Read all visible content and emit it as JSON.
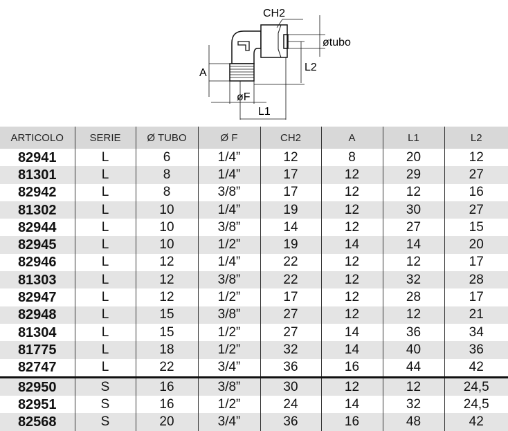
{
  "diagram": {
    "labels": {
      "ch2": "CH2",
      "tubo": "øtubo",
      "a": "A",
      "l2": "L2",
      "f": "øF",
      "l1": "L1"
    }
  },
  "table": {
    "headers": [
      "ARTICOLO",
      "SERIE",
      "Ø TUBO",
      "Ø F",
      "CH2",
      "A",
      "L1",
      "L2"
    ],
    "rows": [
      [
        "82941",
        "L",
        "6",
        "1/4”",
        "12",
        "8",
        "20",
        "12"
      ],
      [
        "81301",
        "L",
        "8",
        "1/4”",
        "17",
        "12",
        "29",
        "27"
      ],
      [
        "82942",
        "L",
        "8",
        "3/8”",
        "17",
        "12",
        "12",
        "16"
      ],
      [
        "81302",
        "L",
        "10",
        "1/4”",
        "19",
        "12",
        "30",
        "27"
      ],
      [
        "82944",
        "L",
        "10",
        "3/8”",
        "14",
        "12",
        "27",
        "15"
      ],
      [
        "82945",
        "L",
        "10",
        "1/2”",
        "19",
        "14",
        "14",
        "20"
      ],
      [
        "82946",
        "L",
        "12",
        "1/4”",
        "22",
        "12",
        "12",
        "17"
      ],
      [
        "81303",
        "L",
        "12",
        "3/8”",
        "22",
        "12",
        "32",
        "28"
      ],
      [
        "82947",
        "L",
        "12",
        "1/2”",
        "17",
        "12",
        "28",
        "17"
      ],
      [
        "82948",
        "L",
        "15",
        "3/8”",
        "27",
        "12",
        "12",
        "21"
      ],
      [
        "81304",
        "L",
        "15",
        "1/2”",
        "27",
        "14",
        "36",
        "34"
      ],
      [
        "81775",
        "L",
        "18",
        "1/2”",
        "32",
        "14",
        "40",
        "36"
      ],
      [
        "82747",
        "L",
        "22",
        "3/4”",
        "36",
        "16",
        "44",
        "42"
      ],
      [
        "82950",
        "S",
        "16",
        "3/8”",
        "30",
        "12",
        "12",
        "24,5"
      ],
      [
        "82951",
        "S",
        "16",
        "1/2”",
        "24",
        "14",
        "32",
        "24,5"
      ],
      [
        "82568",
        "S",
        "20",
        "3/4”",
        "36",
        "16",
        "48",
        "42"
      ]
    ]
  }
}
